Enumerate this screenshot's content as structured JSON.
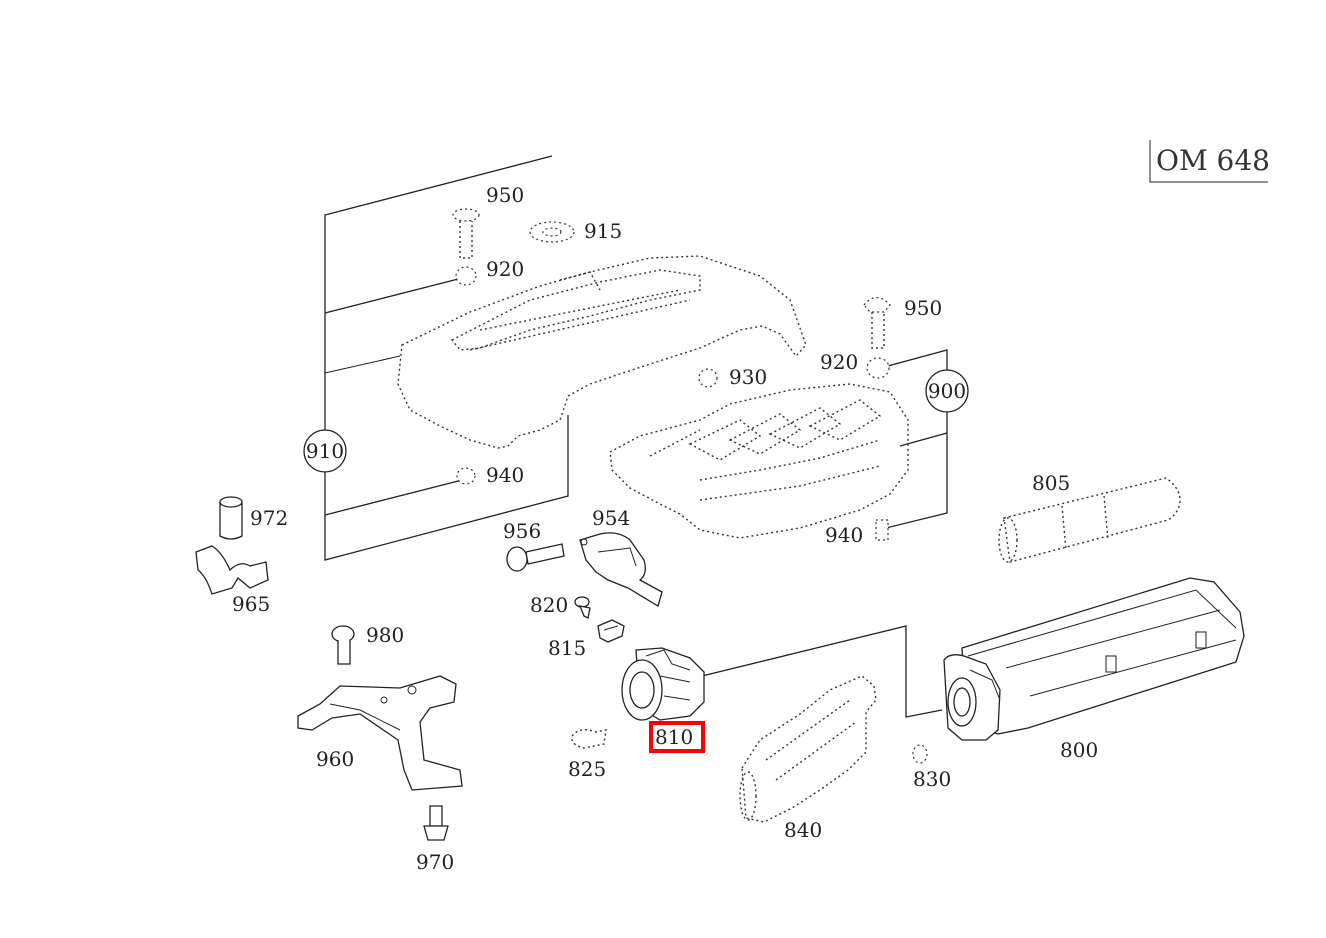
{
  "diagram": {
    "engine_tag": "OM 648",
    "highlighted_part": "810",
    "callouts": {
      "c950a": "950",
      "c915": "915",
      "c920a": "920",
      "c950b": "950",
      "c920b": "920",
      "c930": "930",
      "c900": "900",
      "c910": "910",
      "c940a": "940",
      "c940b": "940",
      "c805": "805",
      "c972": "972",
      "c965": "965",
      "c956": "956",
      "c954": "954",
      "c820": "820",
      "c815": "815",
      "c980": "980",
      "c960": "960",
      "c970": "970",
      "c825": "825",
      "c810": "810",
      "c840": "840",
      "c830": "830",
      "c800": "800"
    }
  }
}
